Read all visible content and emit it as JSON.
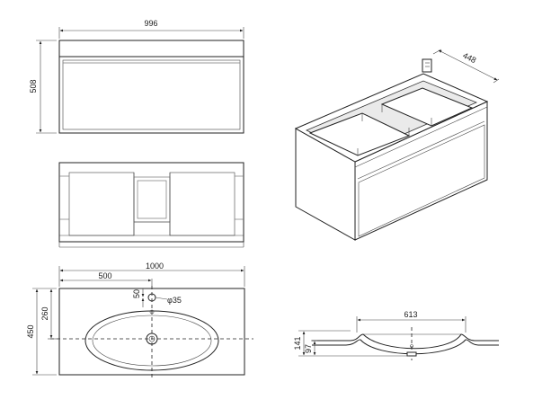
{
  "dimensions": {
    "front_width": "996",
    "front_height": "508",
    "depth": "448",
    "basin_width": "1000",
    "basin_depth": "450",
    "tap_offset_x": "500",
    "tap_offset_y": "260",
    "tap_hole_offset": "50",
    "tap_hole_diameter": "φ35",
    "bowl_width": "613",
    "basin_total_height": "141",
    "bowl_depth": "97"
  }
}
